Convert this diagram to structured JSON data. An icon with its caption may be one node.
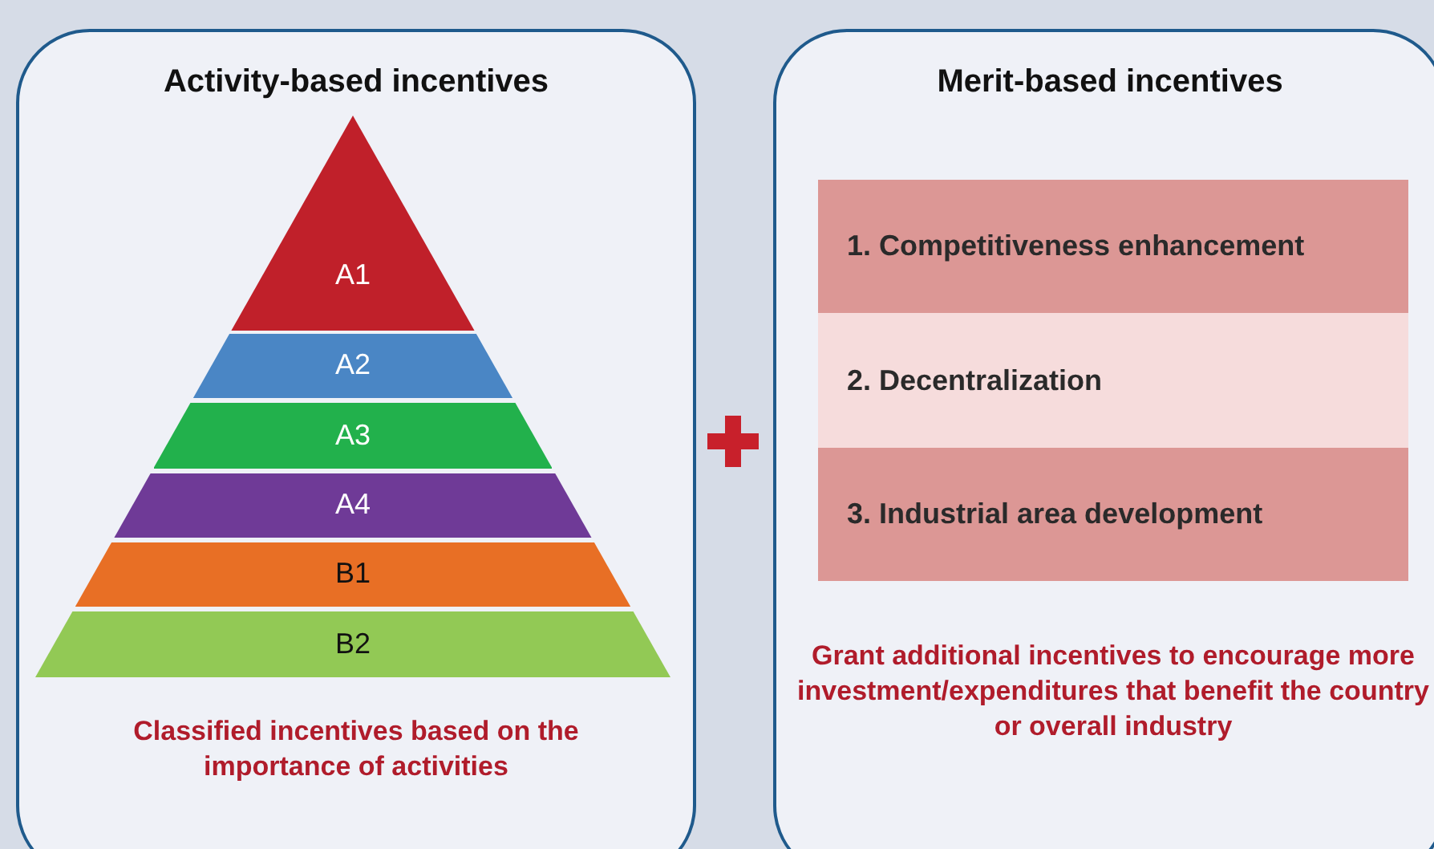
{
  "diagram": {
    "nodes": [
      {
        "text": [
          "Activity-based incentives",
          "Classified incentives based on the importance of activities"
        ]
      },
      {
        "text": [
          "A1"
        ],
        "in": 0
      },
      {
        "text": [
          "A2"
        ],
        "in": 0
      },
      {
        "text": [
          "A3"
        ],
        "in": 0
      },
      {
        "text": [
          "A4"
        ],
        "in": 0
      },
      {
        "text": [
          "B1"
        ],
        "in": 0
      },
      {
        "text": [
          "B2"
        ],
        "in": 0
      },
      {
        "text": [
          "Merit-based incentives",
          "Grant additional incentives to encourage more investment/expenditures that benefit the country or overall industry"
        ]
      },
      {
        "text": [
          "1. Competitiveness enhancement"
        ],
        "in": 7
      },
      {
        "text": [
          "2. Decentralization"
        ],
        "in": 7
      },
      {
        "text": [
          "3. Industrial area development"
        ],
        "in": 7
      }
    ]
  }
}
